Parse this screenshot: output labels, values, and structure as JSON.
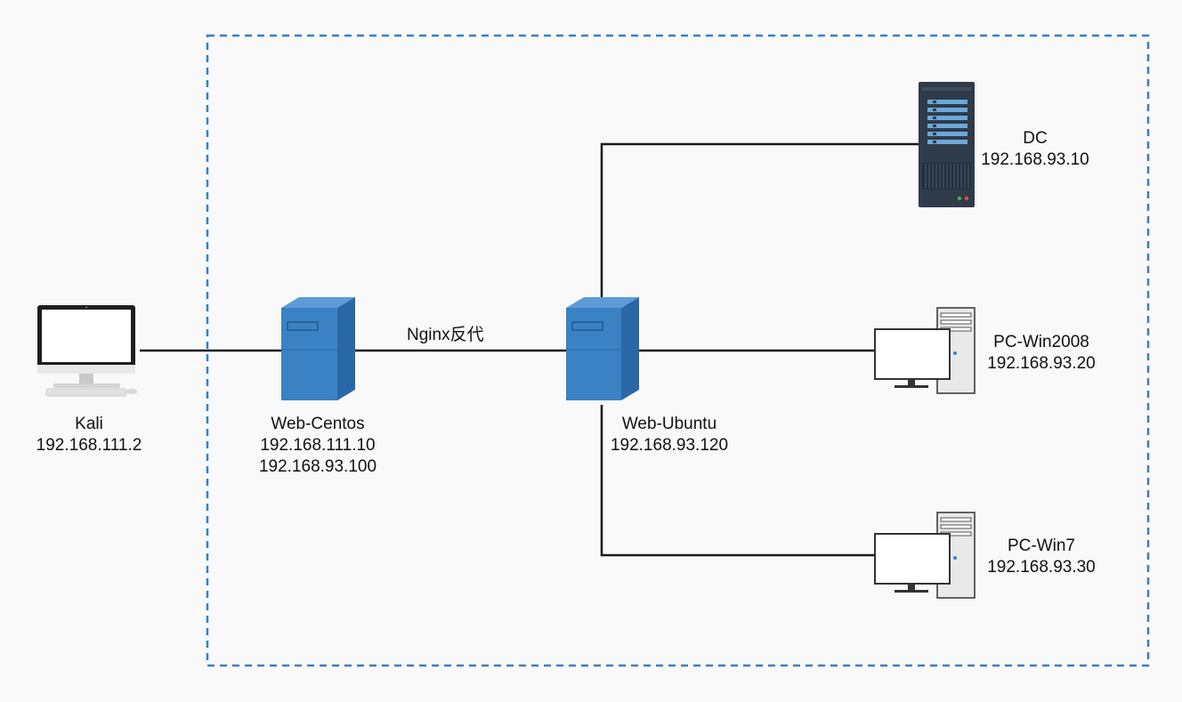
{
  "nodes": {
    "kali": {
      "name": "Kali",
      "ips": [
        "192.168.111.2"
      ],
      "icon": "desktop-monitor-icon"
    },
    "web_centos": {
      "name": "Web-Centos",
      "ips": [
        "192.168.111.10",
        "192.168.93.100"
      ],
      "icon": "tower-server-icon"
    },
    "web_ubuntu": {
      "name": "Web-Ubuntu",
      "ips": [
        "192.168.93.120"
      ],
      "icon": "tower-server-icon"
    },
    "dc": {
      "name": "DC",
      "ips": [
        "192.168.93.10"
      ],
      "icon": "rack-server-icon"
    },
    "pc_win2008": {
      "name": "PC-Win2008",
      "ips": [
        "192.168.93.20"
      ],
      "icon": "desktop-pc-icon"
    },
    "pc_win7": {
      "name": "PC-Win7",
      "ips": [
        "192.168.93.30"
      ],
      "icon": "desktop-pc-icon"
    }
  },
  "links": {
    "kali_centos": {
      "from": "Kali",
      "to": "Web-Centos",
      "label": ""
    },
    "centos_ubuntu": {
      "from": "Web-Centos",
      "to": "Web-Ubuntu",
      "label": "Nginx反代"
    },
    "ubuntu_dc": {
      "from": "Web-Ubuntu",
      "to": "DC",
      "label": ""
    },
    "ubuntu_win2008": {
      "from": "Web-Ubuntu",
      "to": "PC-Win2008",
      "label": ""
    },
    "ubuntu_win7": {
      "from": "Web-Ubuntu",
      "to": "PC-Win7",
      "label": ""
    }
  },
  "colors": {
    "background": "#f9f9f9",
    "boundary_dash": "#3d7cc4",
    "link_line": "#1a1a1a",
    "server_blue": "#3a82c4",
    "server_blue_dark": "#2a68a8",
    "rack_dark": "#2f3b4a",
    "rack_slot": "#6da8d8"
  }
}
